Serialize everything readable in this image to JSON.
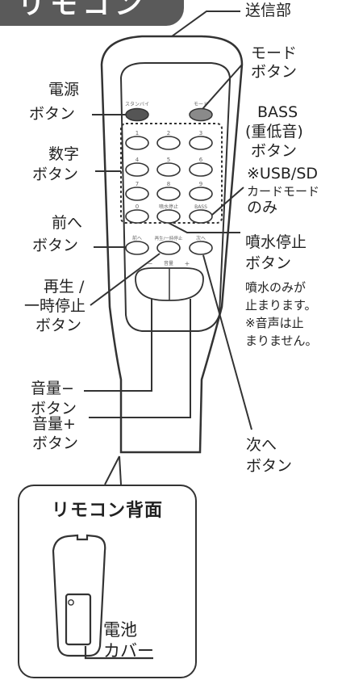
{
  "header": {
    "tab_text": "リモコン"
  },
  "labels": {
    "transmitter": "送信部",
    "mode_button": [
      "モード",
      "ボタン"
    ],
    "power_button": [
      "電源",
      "ボタン"
    ],
    "bass_button": [
      "BASS",
      "(重低音)",
      "ボタン"
    ],
    "bass_note": [
      "※USB/SD",
      "カードモード",
      "のみ"
    ],
    "number_buttons": [
      "数字",
      "ボタン"
    ],
    "prev_button": [
      "前へ",
      "ボタン"
    ],
    "fountain_stop_button": [
      "噴水停止",
      "ボタン"
    ],
    "fountain_note": [
      "噴水のみが",
      "止まります。",
      "※音声は止",
      "まりません。"
    ],
    "play_pause_button": [
      "再生 /",
      "一時停止",
      "ボタン"
    ],
    "volume_down_button": [
      "音量−",
      "ボタン"
    ],
    "volume_up_button": [
      "音量+",
      "ボタン"
    ],
    "next_button": [
      "次へ",
      "ボタン"
    ]
  },
  "remote": {
    "power_key": "スタンバイ",
    "mode_key": "モード",
    "digits": [
      "1",
      "2",
      "3",
      "4",
      "5",
      "6",
      "7",
      "8",
      "9",
      "0"
    ],
    "fountain_key": "噴水停止",
    "bass_key": "BASS",
    "prev_key": "前へ",
    "play_key": "再生/一時停止",
    "next_key": "次へ",
    "volume_title": "音量",
    "volume_minus": "−",
    "volume_plus": "+"
  },
  "back": {
    "title": "リモコン背面",
    "battery_cover": [
      "電池",
      "カバー"
    ]
  },
  "colors": {
    "line": "#333333",
    "tab": "#5a5a5a",
    "button_dark": "#555555",
    "button_grey": "#8a8a8a"
  }
}
